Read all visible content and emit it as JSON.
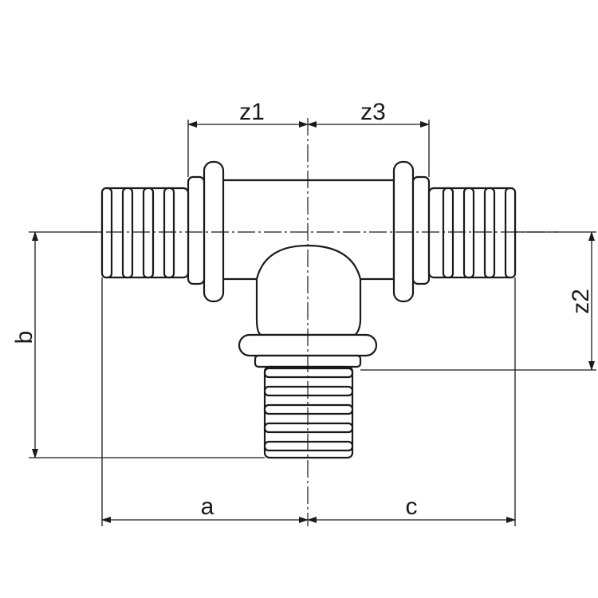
{
  "dimensions": {
    "a": "a",
    "b": "b",
    "c": "c",
    "z1": "z1",
    "z2": "z2",
    "z3": "z3"
  }
}
